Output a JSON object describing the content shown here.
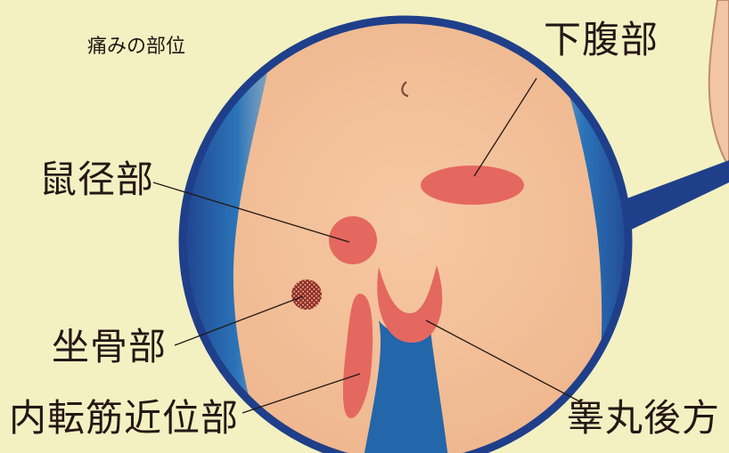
{
  "title": "痛みの部位",
  "labels": {
    "lower_abdomen": "下腹部",
    "inguinal": "鼠径部",
    "ischium": "坐骨部",
    "adductor": "内転筋近位部",
    "retrotesticular": "睾丸後方"
  },
  "colors": {
    "background": "#f3f1c2",
    "skin": "#f2c09a",
    "circle_border": "#1f3f8a",
    "shadow_blue": "#2a6fb0",
    "pain_area": "#e4685f",
    "text": "#231815"
  }
}
